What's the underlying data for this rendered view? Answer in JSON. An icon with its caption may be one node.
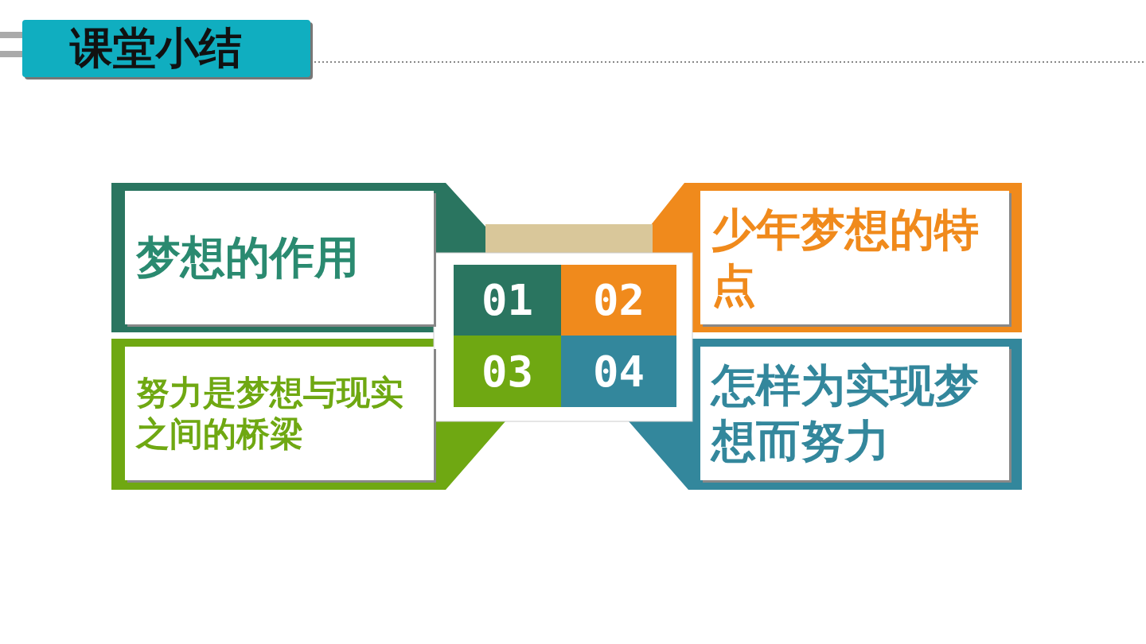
{
  "diagram": {
    "title": "课堂小结",
    "nodes": [
      {
        "text": [
          "梦想的作用"
        ]
      },
      {
        "text": [
          "少年梦想的特点"
        ]
      },
      {
        "text": [
          "努力是梦想与现实之间的桥梁"
        ]
      },
      {
        "text": [
          "怎样为实现梦想而努力"
        ]
      },
      {
        "text": [
          "01"
        ]
      },
      {
        "text": [
          "02"
        ]
      },
      {
        "text": [
          "03"
        ]
      },
      {
        "text": [
          "04"
        ]
      }
    ]
  }
}
